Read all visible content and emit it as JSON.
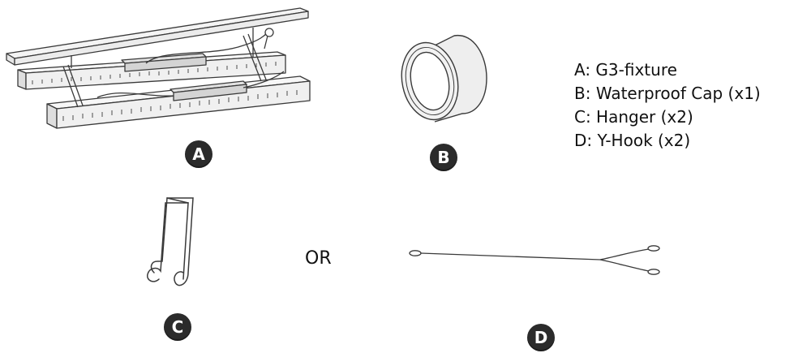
{
  "badges": {
    "a": "A",
    "b": "B",
    "c": "C",
    "d": "D"
  },
  "legend": {
    "items": [
      "A: G3-fixture",
      "B: Waterproof Cap (x1)",
      "C: Hanger (x2)",
      "D: Y-Hook (x2)"
    ]
  },
  "or_label": "OR",
  "colors": {
    "line": "#3a3a3a",
    "badge": "#2b2b2b",
    "text": "#111111"
  },
  "icons": {
    "a": "g3-fixture-icon",
    "b": "waterproof-cap-icon",
    "c": "hanger-icon",
    "d": "y-hook-icon"
  }
}
